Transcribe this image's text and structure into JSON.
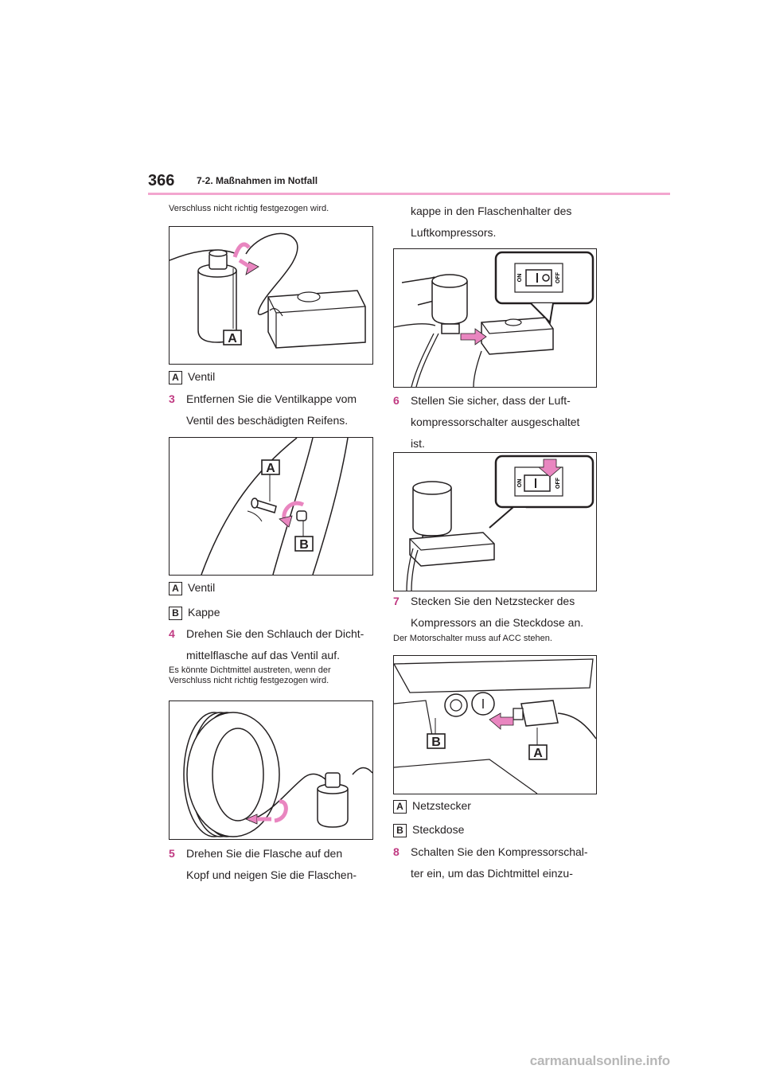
{
  "header": {
    "page_number": "366",
    "section_title": "7-2. Maßnahmen im Notfall"
  },
  "left": {
    "intro_note": "Verschluss nicht richtig festgezogen wird.",
    "fig1": {
      "callout_a": "A"
    },
    "legend1": [
      {
        "badge": "A",
        "text": "Ventil"
      }
    ],
    "step3": {
      "num": "3",
      "line1": "Entfernen Sie die Ventilkappe vom",
      "line2": "Ventil des beschädigten Reifens."
    },
    "fig2": {
      "callout_a": "A",
      "callout_b": "B"
    },
    "legend2": [
      {
        "badge": "A",
        "text": "Ventil"
      },
      {
        "badge": "B",
        "text": "Kappe"
      }
    ],
    "step4": {
      "num": "4",
      "line1": "Drehen Sie den Schlauch der Dicht-",
      "line2": "mittelflasche auf das Ventil auf."
    },
    "note4": {
      "line1": "Es könnte Dichtmittel austreten, wenn der",
      "line2": "Verschluss nicht richtig festgezogen wird."
    },
    "step5": {
      "num": "5",
      "line1": "Drehen Sie die Flasche auf den",
      "line2": "Kopf und neigen Sie die Flaschen-"
    }
  },
  "right": {
    "cont": {
      "line1": "kappe in den Flaschenhalter des",
      "line2": "Luftkompressors."
    },
    "switch": {
      "on": "ON",
      "off": "OFF"
    },
    "step6": {
      "num": "6",
      "line1": "Stellen Sie sicher, dass der Luft-",
      "line2": "kompressorschalter ausgeschaltet",
      "line3": "ist."
    },
    "step7": {
      "num": "7",
      "line1": "Stecken Sie den Netzstecker des",
      "line2": "Kompressors an die Steckdose an."
    },
    "note7": "Der Motorschalter muss auf ACC stehen.",
    "fig6": {
      "callout_a": "A",
      "callout_b": "B"
    },
    "legend6": [
      {
        "badge": "A",
        "text": "Netzstecker"
      },
      {
        "badge": "B",
        "text": "Steckdose"
      }
    ],
    "step8": {
      "num": "8",
      "line1": "Schalten Sie den Kompressorschal-",
      "line2": "ter ein, um das Dichtmittel einzu-"
    }
  },
  "footer": {
    "watermark": "carmanualsonline.info"
  },
  "colors": {
    "accent": "#c03a82",
    "rule": "#f3a6cf",
    "arrow": "#e986c0"
  }
}
